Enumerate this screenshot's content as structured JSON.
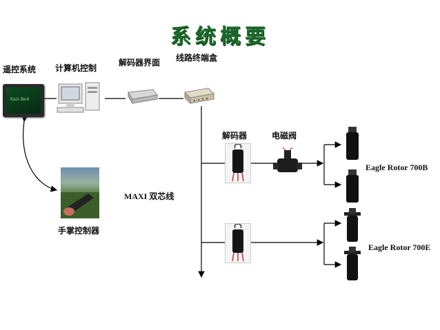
{
  "title": "系统概要",
  "labels": {
    "remote": "遥控系统",
    "computer": "计算机控制",
    "decoder_interface": "解码器界面",
    "terminal_box": "线路终端盒",
    "decoder": "解码器",
    "solenoid": "电磁阀",
    "handheld": "手掌控制器",
    "maxi": "MAXI  双芯线",
    "rotor_700b": "Eagle Rotor 700B",
    "rotor_700e": "Eagle Rotor 700E"
  },
  "colors": {
    "title": "#1a6b2a",
    "line": "#000000"
  },
  "icons": [
    "remote-monitor-icon",
    "computer-icon",
    "decoder-interface-icon",
    "terminal-box-icon",
    "handheld-controller-icon",
    "decoder-icon",
    "solenoid-valve-icon",
    "rotor-sprinkler-icon"
  ]
}
